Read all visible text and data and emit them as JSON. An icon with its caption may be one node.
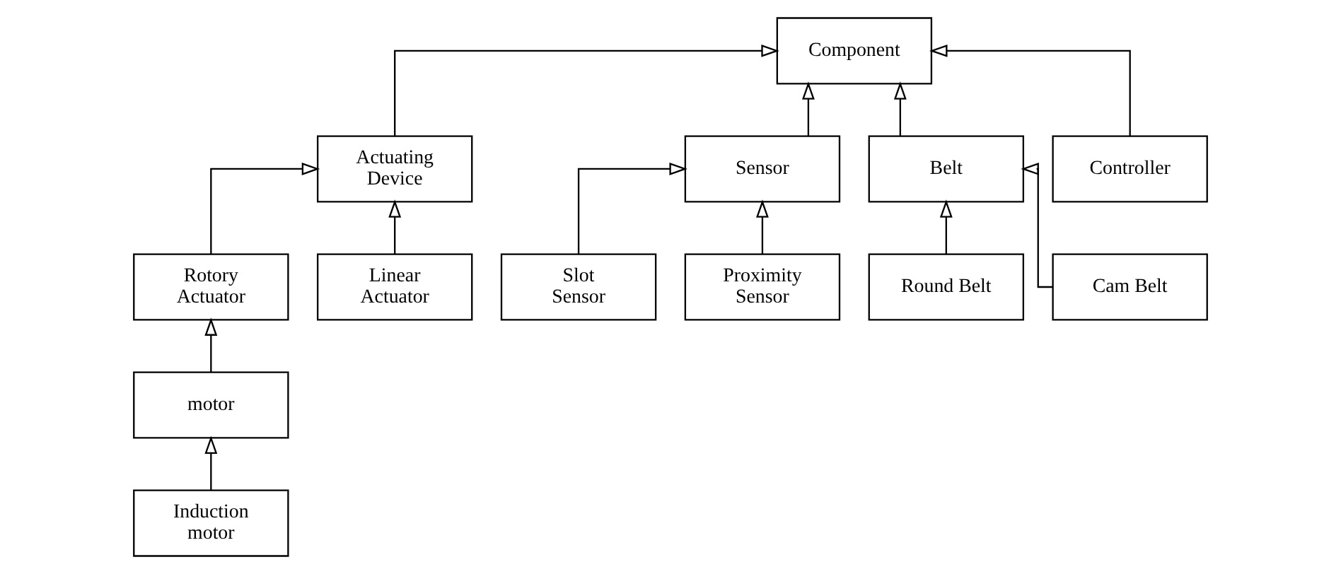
{
  "diagram": {
    "nodes": [
      {
        "text": [
          "Component"
        ]
      },
      {
        "text": [
          "Actuating Device"
        ]
      },
      {
        "text": [
          "Sensor"
        ]
      },
      {
        "text": [
          "Belt"
        ]
      },
      {
        "text": [
          "Controller"
        ]
      },
      {
        "text": [
          "Rotory Actuator"
        ]
      },
      {
        "text": [
          "Linear Actuator"
        ]
      },
      {
        "text": [
          "Slot Sensor"
        ]
      },
      {
        "text": [
          "Proximity Sensor"
        ]
      },
      {
        "text": [
          "Round Belt"
        ]
      },
      {
        "text": [
          "Cam Belt"
        ]
      },
      {
        "text": [
          "motor"
        ]
      },
      {
        "text": [
          "Induction motor"
        ]
      }
    ],
    "edges": [
      {
        "from": 1,
        "to": 0,
        "arrow": "to"
      },
      {
        "from": 2,
        "to": 0,
        "arrow": "to"
      },
      {
        "from": 3,
        "to": 0,
        "arrow": "to"
      },
      {
        "from": 4,
        "to": 0,
        "arrow": "to"
      },
      {
        "from": 5,
        "to": 1,
        "arrow": "to"
      },
      {
        "from": 6,
        "to": 1,
        "arrow": "to"
      },
      {
        "from": 7,
        "to": 2,
        "arrow": "to"
      },
      {
        "from": 8,
        "to": 2,
        "arrow": "to"
      },
      {
        "from": 9,
        "to": 3,
        "arrow": "to"
      },
      {
        "from": 10,
        "to": 3,
        "arrow": "to"
      },
      {
        "from": 11,
        "to": 5,
        "arrow": "to"
      },
      {
        "from": 12,
        "to": 11,
        "arrow": "to"
      }
    ]
  }
}
